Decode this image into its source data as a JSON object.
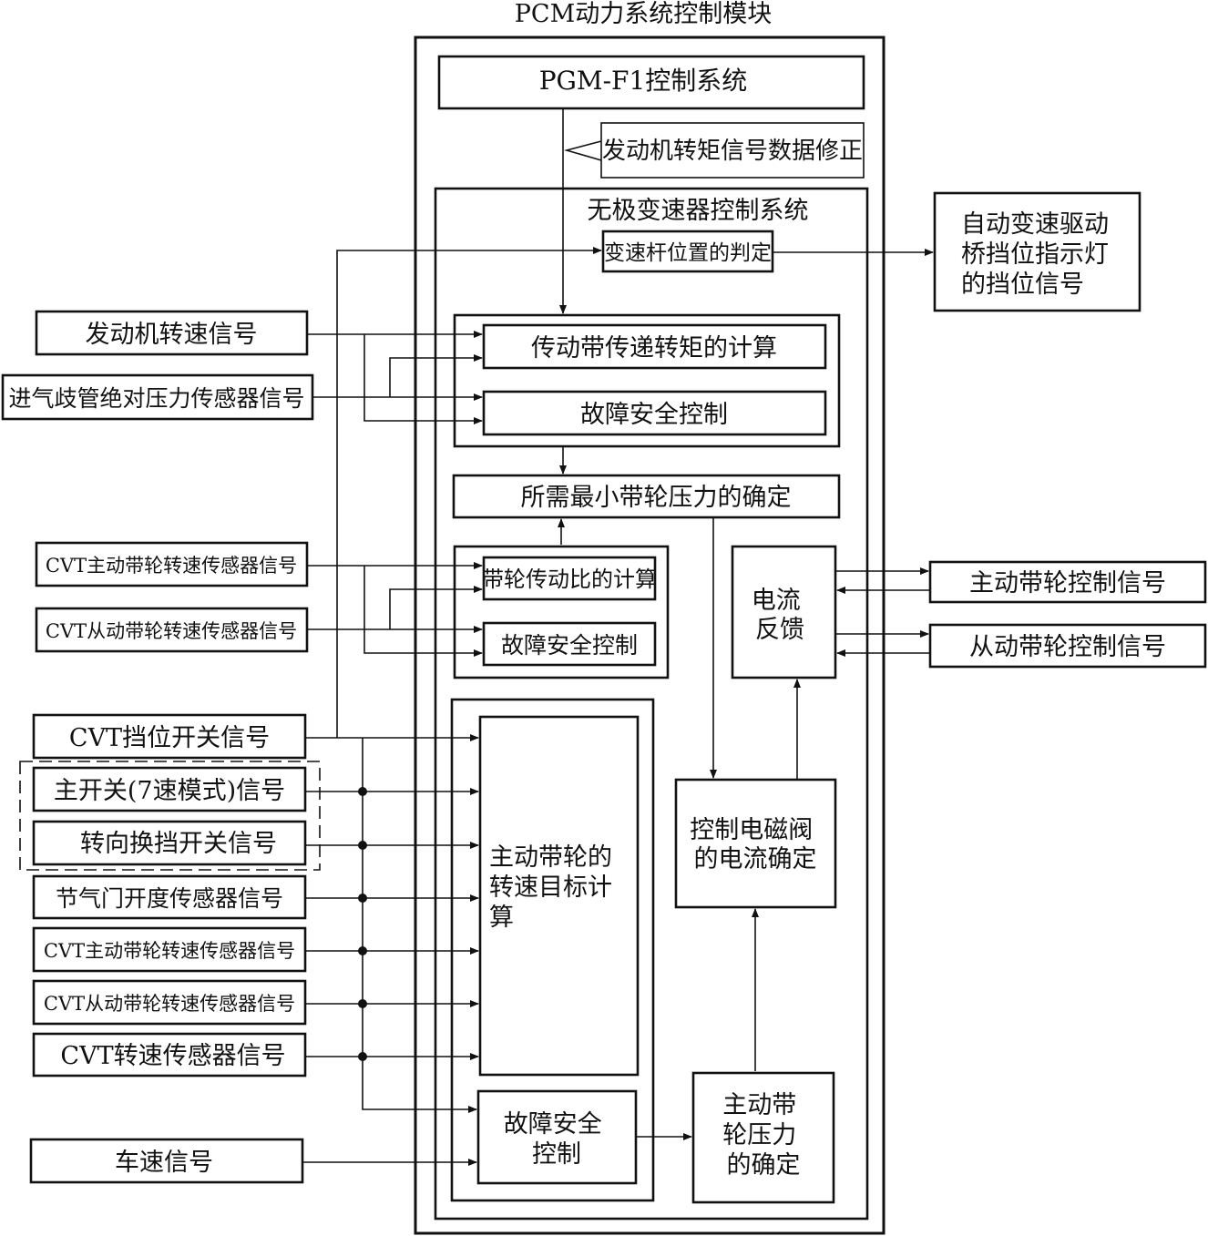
{
  "title": "PCM动力系统控制模块",
  "pgm_system": "PGM-F1控制系统",
  "torque_correction": "发动机转矩信号数据修正",
  "cvt_system": "无极变速器控制系统",
  "lever_judgement": "变速杆位置的判定",
  "indicator_output": [
    "自动变速驱动",
    "桥挡位指示灯",
    "的挡位信号"
  ],
  "belt_torque_calc": "传动带传递转矩的计算",
  "failsafe_1": "故障安全控制",
  "min_pulley_pressure": "所需最小带轮压力的确定",
  "ratio_calc": "带轮传动比的计算",
  "failsafe_2": "故障安全控制",
  "current_feedback": [
    "电流",
    "反馈"
  ],
  "solenoid_current": [
    "控制电磁阀",
    "的电流确定"
  ],
  "drive_target": [
    "主动带轮的",
    "转速目标计",
    "算"
  ],
  "failsafe_3": [
    "故障安全",
    "控制"
  ],
  "drive_pressure": [
    "主动带",
    "轮压力",
    "的确定"
  ],
  "inputs": {
    "engine_speed": "发动机转速信号",
    "map_sensor": "进气歧管绝对压力传感器信号",
    "cvt_drive_speed_a": "CVT主动带轮转速传感器信号",
    "cvt_driven_speed_a": "CVT从动带轮转速传感器信号",
    "cvt_range_switch": "CVT挡位开关信号",
    "main_switch": "主开关(7速模式)信号",
    "steering_shift": "转向换挡开关信号",
    "throttle": "节气门开度传感器信号",
    "cvt_drive_speed_b": "CVT主动带轮转速传感器信号",
    "cvt_driven_speed_b": "CVT从动带轮转速传感器信号",
    "cvt_speed": "CVT转速传感器信号",
    "vehicle_speed": "车速信号"
  },
  "outputs": {
    "drive_pulley_control": "主动带轮控制信号",
    "driven_pulley_control": "从动带轮控制信号"
  }
}
